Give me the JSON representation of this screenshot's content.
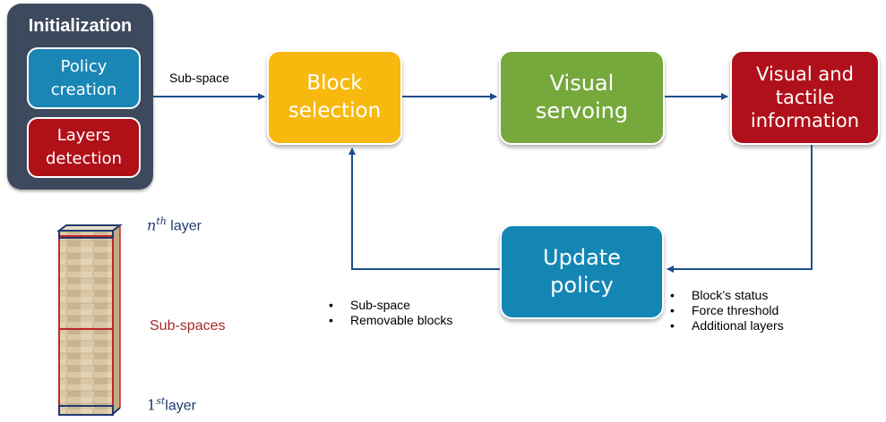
{
  "initialization": {
    "title": "Initialization",
    "policy_creation": "Policy\ncreation",
    "layers_detection": "Layers\ndetection"
  },
  "flow": {
    "sub_space_label": "Sub-space",
    "block_selection": "Block\nselection",
    "visual_servoing": "Visual\nservoing",
    "visual_tactile": "Visual and\ntactile\ninformation",
    "update_policy": "Update\npolicy"
  },
  "feedback_left": [
    "Sub-space",
    "Removable blocks"
  ],
  "feedback_right": [
    "Block’s status",
    "Force threshold",
    "Additional layers"
  ],
  "tower": {
    "top_var": "n",
    "top_sup": "th",
    "top_word": " layer",
    "middle": "Sub-spaces",
    "bottom_num": "1",
    "bottom_sup": "st",
    "bottom_word": "layer"
  },
  "colors": {
    "panel": "#3d4a5e",
    "blue": "#1a86b5",
    "red": "#b01018",
    "yellow": "#f7b90e",
    "green": "#76a83c",
    "arrow": "#1f4e8c"
  }
}
